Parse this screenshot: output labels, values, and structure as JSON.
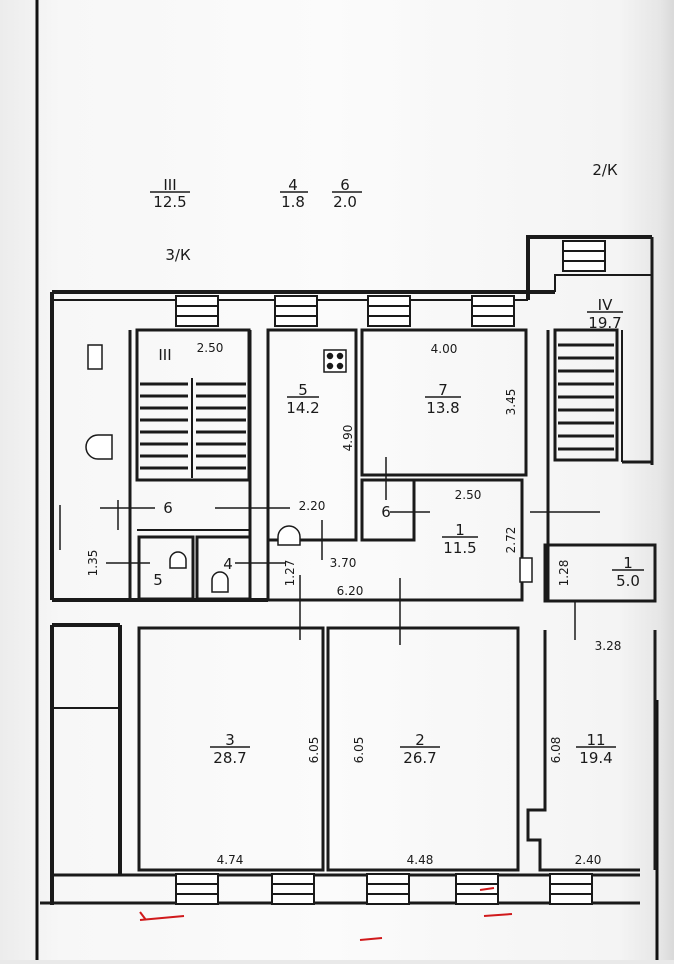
{
  "top_notes": {
    "room_iii": "III",
    "room_iii_area": "12.5",
    "room_4": "4",
    "room_4_area": "1.8",
    "room_6": "6",
    "room_6_area": "2.0",
    "flat_left": "3/К",
    "flat_right": "2/К"
  },
  "rooms": {
    "stair_left": "III",
    "r5_num": "5",
    "r5_area": "14.2",
    "r7_num": "7",
    "r7_area": "13.8",
    "riv_num": "IV",
    "riv_area": "19.7",
    "r1_num": "1",
    "r1_area": "11.5",
    "r1r_num": "1",
    "r1r_area": "5.0",
    "r3_num": "3",
    "r3_area": "28.7",
    "r2_num": "2",
    "r2_area": "26.7",
    "r11_num": "11",
    "r11_area": "19.4",
    "r6_lobby": "6",
    "r6_small": "6",
    "r5_wc": "5",
    "r4_wc": "4"
  },
  "dims": {
    "d250_stair": "2.50",
    "d400": "4.00",
    "d345": "3.45",
    "d490": "4.90",
    "d220": "2.20",
    "d250_hall": "2.50",
    "d272": "2.72",
    "d370": "3.70",
    "d127": "1.27",
    "d620": "6.20",
    "d135": "1.35",
    "d128": "1.28",
    "d328": "3.28",
    "d605a": "6.05",
    "d605b": "6.05",
    "d608": "6.08",
    "d474": "4.74",
    "d448": "4.48",
    "d240": "2.40"
  },
  "colors": {
    "ink": "#1a1a1a",
    "paper": "#f8f8f8",
    "red_mark": "#d0191b"
  }
}
